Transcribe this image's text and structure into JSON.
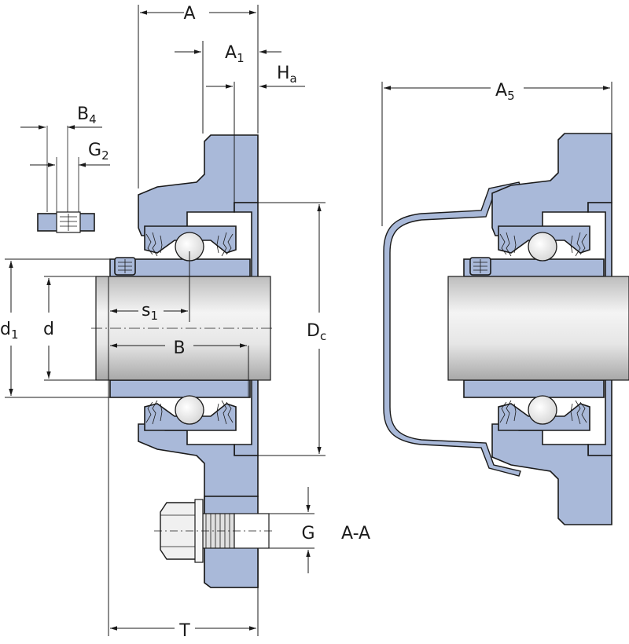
{
  "labels": {
    "A": "A",
    "A1": {
      "main": "A",
      "sub": "1"
    },
    "Ha": {
      "main": "H",
      "sub": "a"
    },
    "B4": {
      "main": "B",
      "sub": "4"
    },
    "G2": {
      "main": "G",
      "sub": "2"
    },
    "d1": {
      "main": "d",
      "sub": "1"
    },
    "d": "d",
    "s1": {
      "main": "s",
      "sub": "1"
    },
    "B": "B",
    "Dc": {
      "main": "D",
      "sub": "c"
    },
    "G": "G",
    "section": "A-A",
    "T": "T",
    "A5": {
      "main": "A",
      "sub": "5"
    }
  },
  "colors": {
    "housing": "#a9b9d9",
    "line": "#1a1a1a",
    "shaft_light": "#f2f2f2",
    "shaft_dark": "#b8b8b8"
  }
}
